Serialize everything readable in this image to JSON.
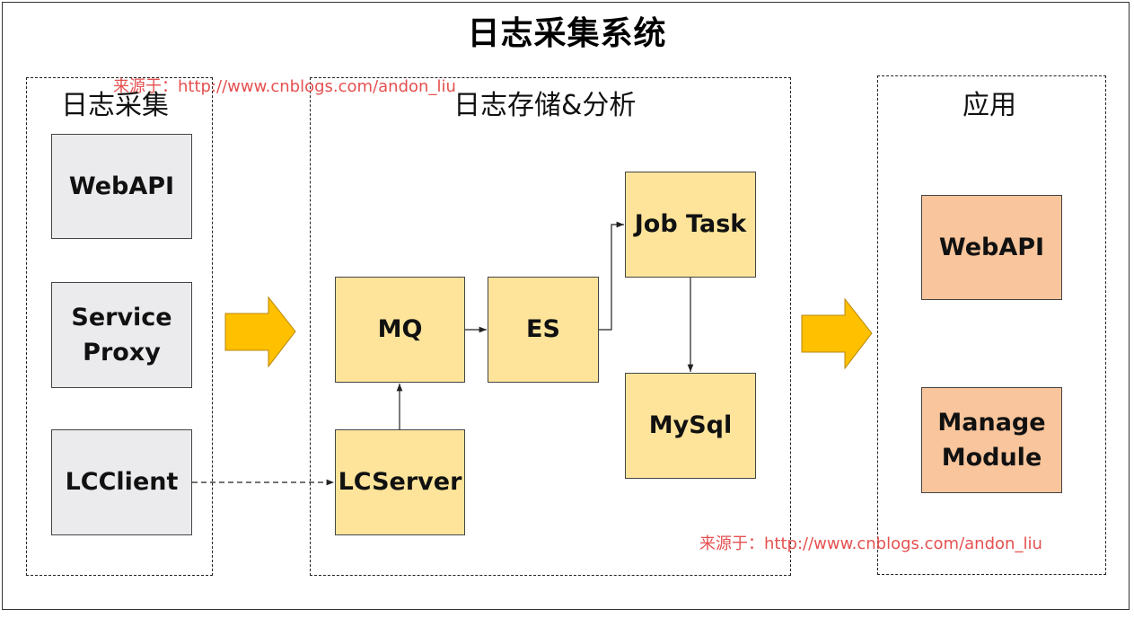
{
  "title": "日志采集系统",
  "watermark": "来源于：http://www.cnblogs.com/andon_liu",
  "groups": {
    "collect": {
      "label": "日志采集",
      "nodes": {
        "webapi": "WebAPI",
        "service_proxy": [
          "Service",
          "Proxy"
        ],
        "lcclient": "LCClient"
      }
    },
    "storage": {
      "label": "日志存储&分析",
      "nodes": {
        "mq": "MQ",
        "es": "ES",
        "job_task": "Job Task",
        "mysql": "MySql",
        "lcserver": "LCServer"
      }
    },
    "app": {
      "label": "应用",
      "nodes": {
        "webapi": "WebAPI",
        "manage_module": [
          "Manage",
          "Module"
        ]
      }
    }
  },
  "colors": {
    "collect_fill": "#ebebee",
    "storage_fill": "#fde49a",
    "app_fill": "#f8c59c",
    "arrow_fill": "#ffc000",
    "watermark": "#e55050"
  },
  "edges": [
    {
      "from": "LCClient",
      "to": "LCServer",
      "style": "dashed"
    },
    {
      "from": "LCServer",
      "to": "MQ",
      "style": "solid"
    },
    {
      "from": "MQ",
      "to": "ES",
      "style": "solid"
    },
    {
      "from": "ES",
      "to": "Job Task",
      "style": "solid"
    },
    {
      "from": "Job Task",
      "to": "MySql",
      "style": "solid"
    }
  ]
}
